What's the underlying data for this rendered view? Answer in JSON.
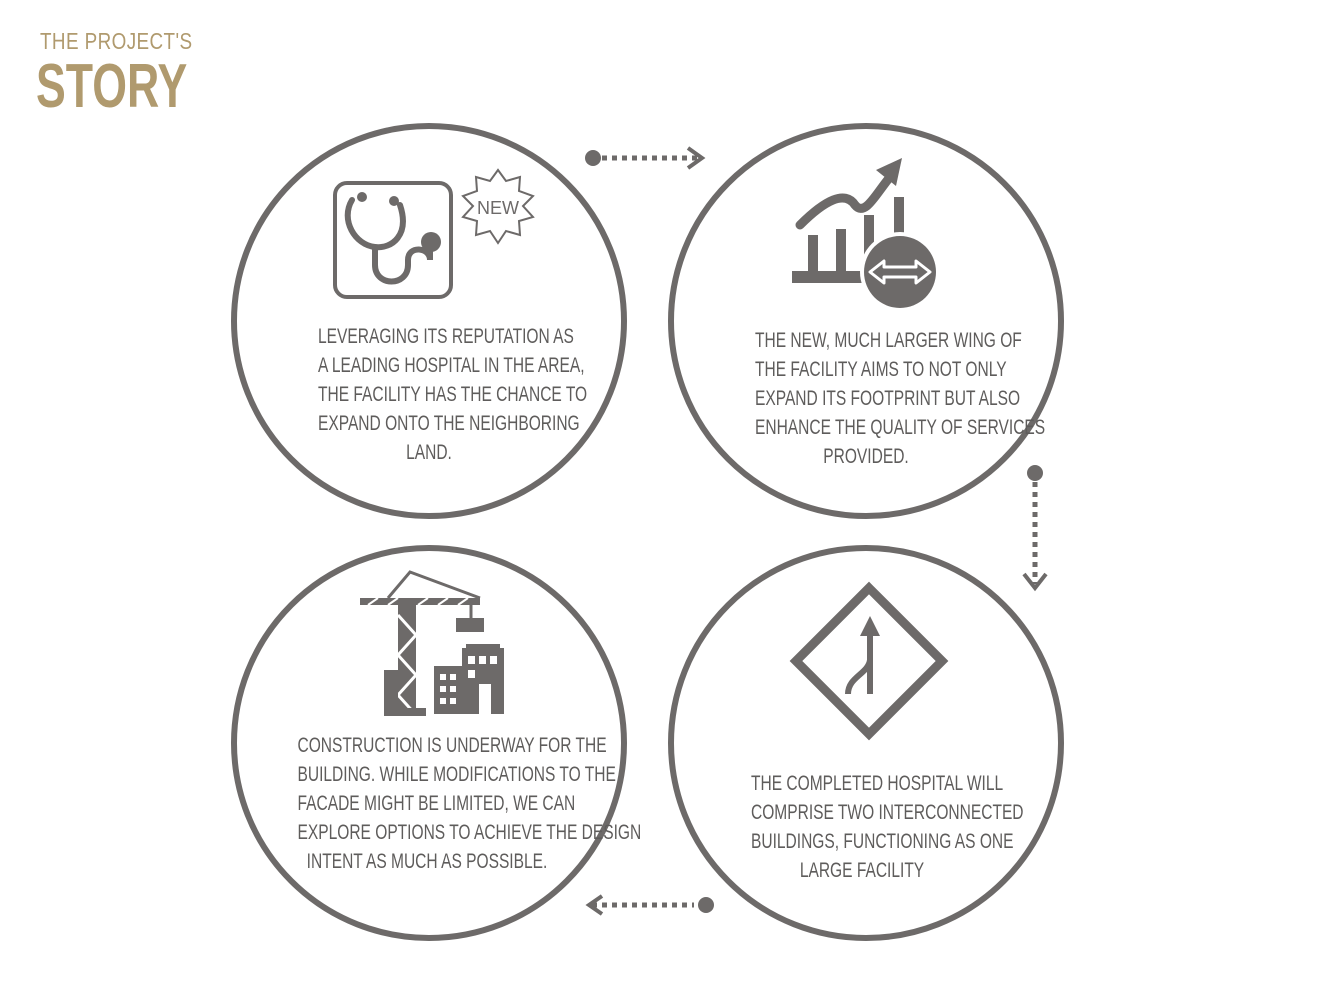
{
  "header": {
    "subtitle": "THE PROJECT'S",
    "title": "STORY"
  },
  "colors": {
    "accent": "#b09a6e",
    "circle_stroke": "#6d6a69",
    "text": "#5e5c5b",
    "icon": "#6d6a69"
  },
  "steps": [
    {
      "icon": "stethoscope-new-icon",
      "badge": "NEW",
      "lines": [
        "LEVERAGING  ITS REPUTATION AS",
        "A LEADING  HOSPITAL  IN THE AREA,",
        "THE FACILITY  HAS THE CHANCE TO",
        "EXPAND ONTO THE NEIGHBORING",
        "LAND."
      ]
    },
    {
      "icon": "growth-chart-expand-icon",
      "lines": [
        "THE NEW, MUCH LARGER WING OF",
        "THE FACILITY  AIMS TO NOT ONLY",
        "EXPAND ITS FOOTPRINT  BUT ALSO",
        "ENHANCE THE QUALITY OF SERVICES",
        "PROVIDED."
      ]
    },
    {
      "icon": "merge-sign-icon",
      "lines": [
        "THE COMPLETED HOSPITAL  WILL",
        "COMPRISE TWO INTERCONNECTED",
        "BUILDINGS,  FUNCTIONING  AS ONE",
        "LARGE FACILITY"
      ]
    },
    {
      "icon": "construction-crane-icon",
      "lines": [
        "CONSTRUCTION  IS UNDERWAY FOR THE",
        "BUILDING.  WHILE MODIFICATIONS  TO THE",
        "FACADE MIGHT BE LIMITED,  WE CAN",
        "EXPLORE  OPTIONS TO ACHIEVE  THE DESIGN",
        "INTENT AS MUCH AS POSSIBLE."
      ]
    }
  ],
  "connectors": [
    {
      "from": "step-1",
      "to": "step-2",
      "direction": "right"
    },
    {
      "from": "step-2",
      "to": "step-3",
      "direction": "down"
    },
    {
      "from": "step-3",
      "to": "step-4",
      "direction": "left"
    }
  ]
}
